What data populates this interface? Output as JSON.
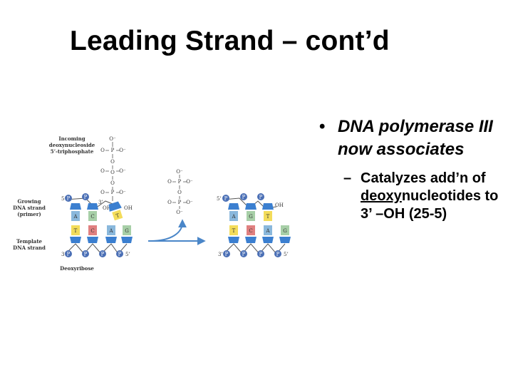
{
  "slide": {
    "title": "Leading Strand – cont’d",
    "bullet": "DNA polymerase III now associates",
    "sub_bullet_prefix": "Catalyzes add’n of ",
    "sub_bullet_underlined": "deoxy",
    "sub_bullet_suffix": "nucleotides to 3’ –OH (25-5)"
  },
  "figure": {
    "label_incoming": [
      "Incoming",
      "deoxynucleoside",
      "5’-triphosphate"
    ],
    "label_growing": [
      "Growing",
      "DNA strand",
      "(primer)"
    ],
    "label_template": [
      "Template",
      "DNA strand"
    ],
    "label_deoxyribose": "Deoxyribose",
    "phosphate": "P",
    "oxygen": "O",
    "o_minus": "O⁻",
    "hydroxyl": "OH",
    "end_5prime": "5’",
    "end_3prime": "3’",
    "base_a": "A",
    "base_c": "C",
    "base_g": "G",
    "base_t": "T",
    "colors": {
      "phosphate": "#4a6fb5",
      "sugar": "#3b7fd0",
      "adenine": "#8ab8dc",
      "cytosine": "#e08080",
      "guanine": "#a7cfa7",
      "thymine": "#f3dc5a",
      "arrow": "#4a86c8"
    }
  }
}
